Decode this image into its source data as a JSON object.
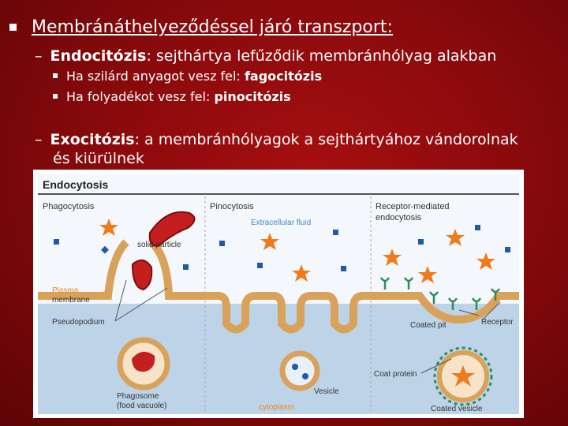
{
  "slide": {
    "title": "Membránáthelyeződéssel járó transzport:",
    "endo": {
      "term": "Endocitózis",
      "rest": ": sejthártya lefűződik membránhólyag alakban",
      "sub": [
        {
          "prefix": "Ha szilárd anyagot vesz fel: ",
          "term": "fagocitózis"
        },
        {
          "prefix": "Ha folyadékot vesz fel: ",
          "term": "pinocitózis"
        }
      ]
    },
    "exo": {
      "term": "Exocitózis",
      "rest": ": a membránhólyagok a sejthártyához vándorolnak",
      "line2": "és kiürülnek"
    },
    "dash": "–"
  },
  "figure": {
    "heading": "Endocytosis",
    "panels": [
      "Phagocytosis",
      "Pinocytosis",
      "Receptor-mediated",
      "endocytosis"
    ],
    "labels": {
      "extracellular_fluid": "Extracellular fluid",
      "solid_particle": "solid particle",
      "plasma": "Plasma",
      "membrane": "membrane",
      "pseudopodium": "Pseudopodium",
      "phagosome": "Phagosome",
      "food_vacuole": "(food vacuole)",
      "vesicle": "Vesicle",
      "cytoplasm": "cytoplasm",
      "coated_pit": "Coated pit",
      "receptor": "Receptor",
      "coat_protein": "Coat protein",
      "coated_vesicle": "Coated vesicle"
    },
    "colors": {
      "membrane": "#d8a25a",
      "cytoplasm": "#bcd3e8",
      "extracellular": "#f4f7fb",
      "particle": "#c41e1e",
      "star": "#f07a1a",
      "dot": "#1f5aa8",
      "receptor": "#2e8b57",
      "label_orange": "#e8891c",
      "label_blue": "#4a86c5"
    }
  }
}
